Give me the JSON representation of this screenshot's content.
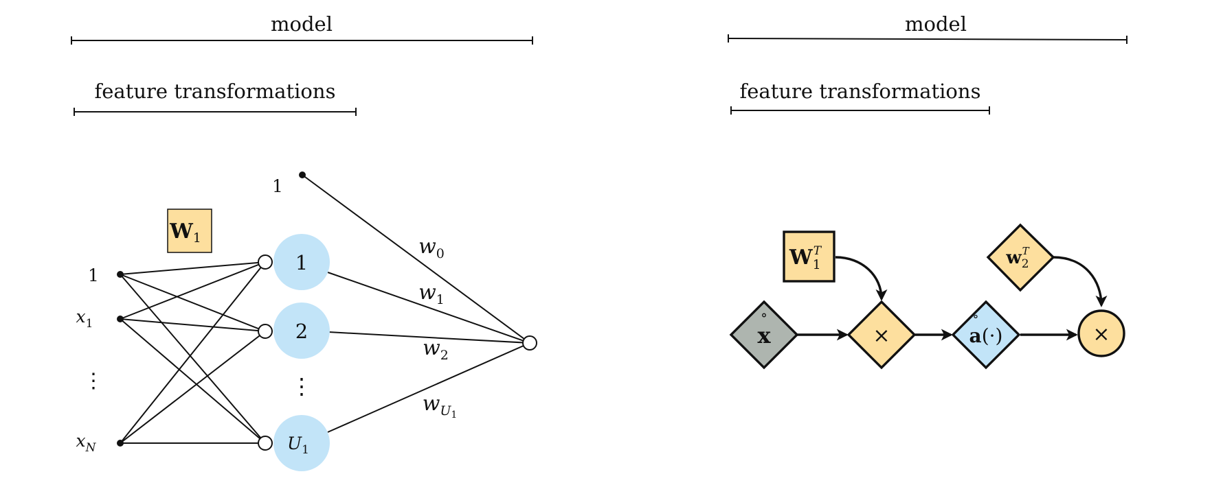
{
  "left": {
    "model_label": "model",
    "feature_label": "feature transformations",
    "bias_top": "1",
    "bias_input": "1",
    "input_x1": "x",
    "input_x1_sub": "1",
    "input_dots": "⋮",
    "input_xN": "x",
    "input_xN_sub": "N",
    "weight_matrix": "W",
    "weight_matrix_sub": "1",
    "hidden_1": "1",
    "hidden_2": "2",
    "hidden_dots": "⋮",
    "hidden_U": "U",
    "hidden_U_sub": "1",
    "w0": "w",
    "w0_sub": "0",
    "w1": "w",
    "w1_sub": "1",
    "w2": "w",
    "w2_sub": "2",
    "wU": "w",
    "wU_sub": "U",
    "wU_subsub": "1"
  },
  "right": {
    "model_label": "model",
    "feature_label": "feature transformations",
    "W1T": "W",
    "W1T_sub": "1",
    "W1T_sup": "T",
    "x_node": "x",
    "x_ring": "˚",
    "mult_1": "×",
    "a_node": "a",
    "a_ring": "˚",
    "a_arg": "(·)",
    "w2T": "w",
    "w2T_sub": "2",
    "w2T_sup": "T",
    "mult_2": "×"
  },
  "colors": {
    "orange": "#FDDF9E",
    "blue": "#C2E4F8",
    "gray": "#AEB5AF",
    "ink": "#111111"
  }
}
